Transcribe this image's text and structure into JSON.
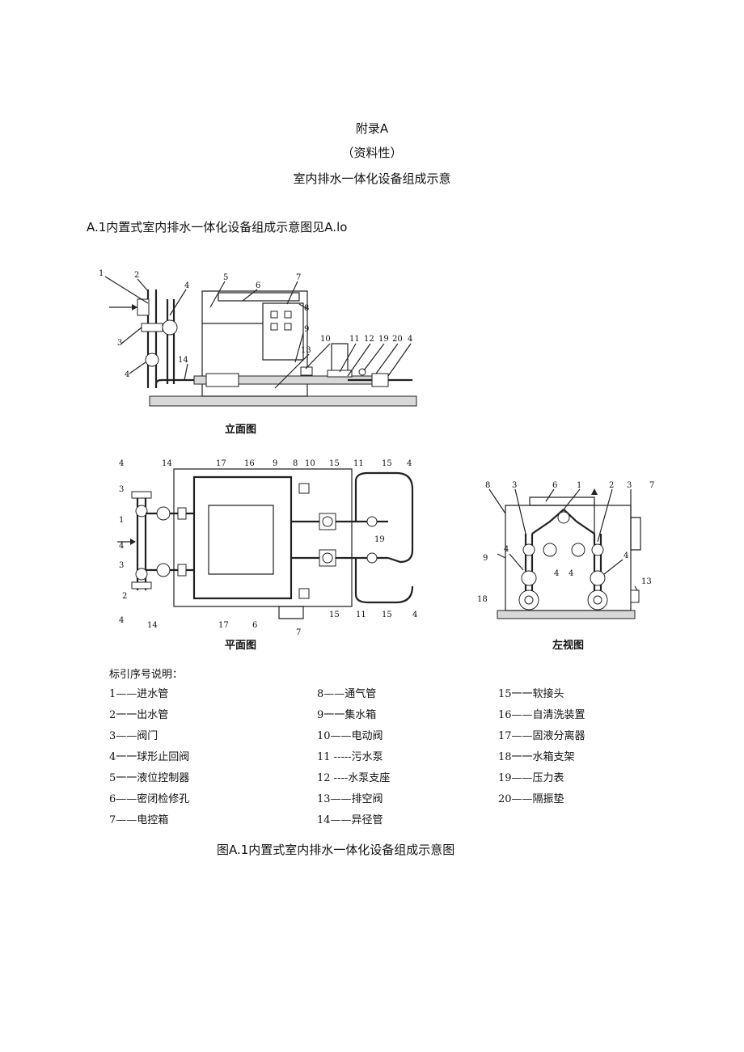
{
  "header": {
    "appendix": "附录A",
    "nature": "（资料性）",
    "title": "室内排水一体化设备组成示意"
  },
  "section": {
    "text": "A.1内置式室内排水一体化设备组成示意图见A.lo"
  },
  "figure": {
    "elevation_caption": "立面图",
    "plan_caption": "平面图",
    "side_caption": "左视图",
    "caption": "图A.1内置式室内排水一体化设备组成示意图"
  },
  "legend": {
    "heading": "标引序号说明：",
    "col1": [
      "1——进水管",
      "2一一出水管",
      "3——阀门",
      "4一一球形止回阀",
      "5一一液位控制器",
      "6——密闭检修孔",
      "7——电控箱"
    ],
    "col2": [
      "8——通气管",
      "9一一集水箱",
      "10——电动阀",
      "11 -----污水泵",
      "12 ----水泵支座",
      "13——排空阀",
      "14——异径管"
    ],
    "col3": [
      "15一一软接头",
      "16——自清洗装置",
      "17——固液分离器",
      "18一一水箱支架",
      "19——压力表",
      "20——隔振垫"
    ]
  }
}
